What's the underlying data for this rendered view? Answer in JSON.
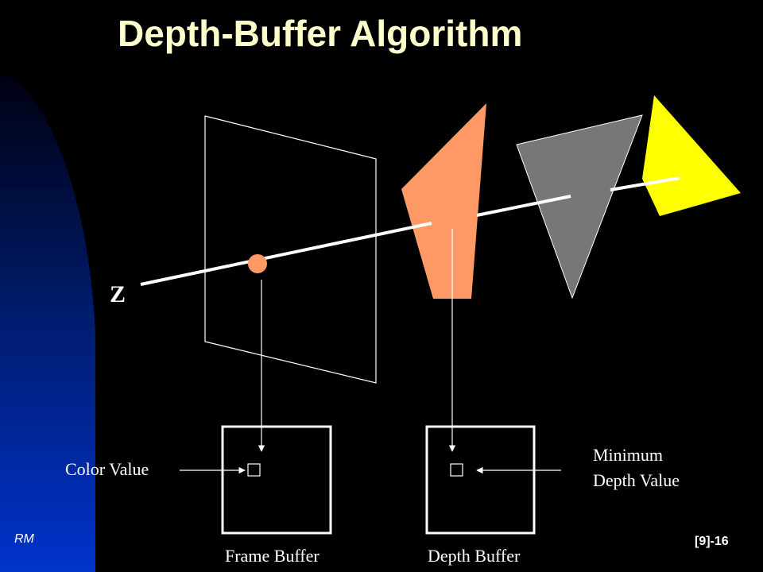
{
  "slide": {
    "title": "Depth-Buffer Algorithm",
    "axis_label": "Z",
    "labels": {
      "color_value": "Color Value",
      "minimum_depth_line1": "Minimum",
      "minimum_depth_line2": "Depth Value",
      "frame_buffer": "Frame Buffer",
      "depth_buffer": "Depth Buffer"
    },
    "footer": {
      "left": "RM",
      "right": "[9]-16"
    }
  },
  "colors": {
    "background": "#000000",
    "title": "#FFFFCC",
    "sidebar_top": "#000010",
    "sidebar_bottom": "#0033CC",
    "projection_plane": "#FFFFFF",
    "polygon_near": "#FF9966",
    "polygon_middle": "#777777",
    "polygon_far": "#FFFF00",
    "pixel_marker": "#FF9966",
    "lines": "#FFFFFF"
  }
}
